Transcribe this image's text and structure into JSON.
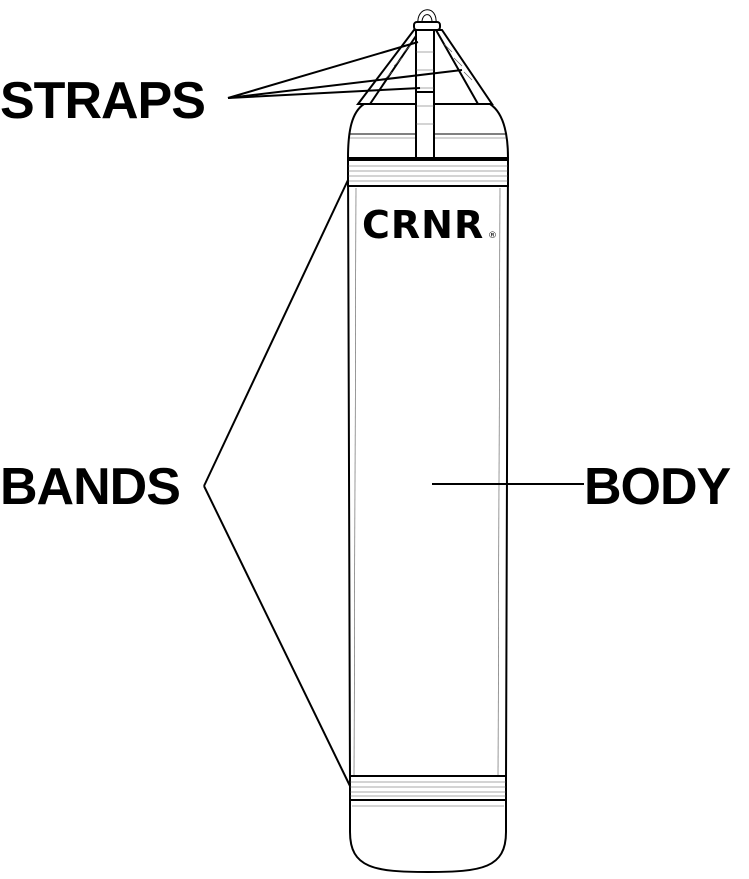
{
  "labels": {
    "straps": "STRAPS",
    "bands": "BANDS",
    "body": "BODY"
  },
  "logo": {
    "text": "CRNR",
    "mark": "®"
  },
  "colors": {
    "line": "#000000",
    "background": "#ffffff"
  }
}
